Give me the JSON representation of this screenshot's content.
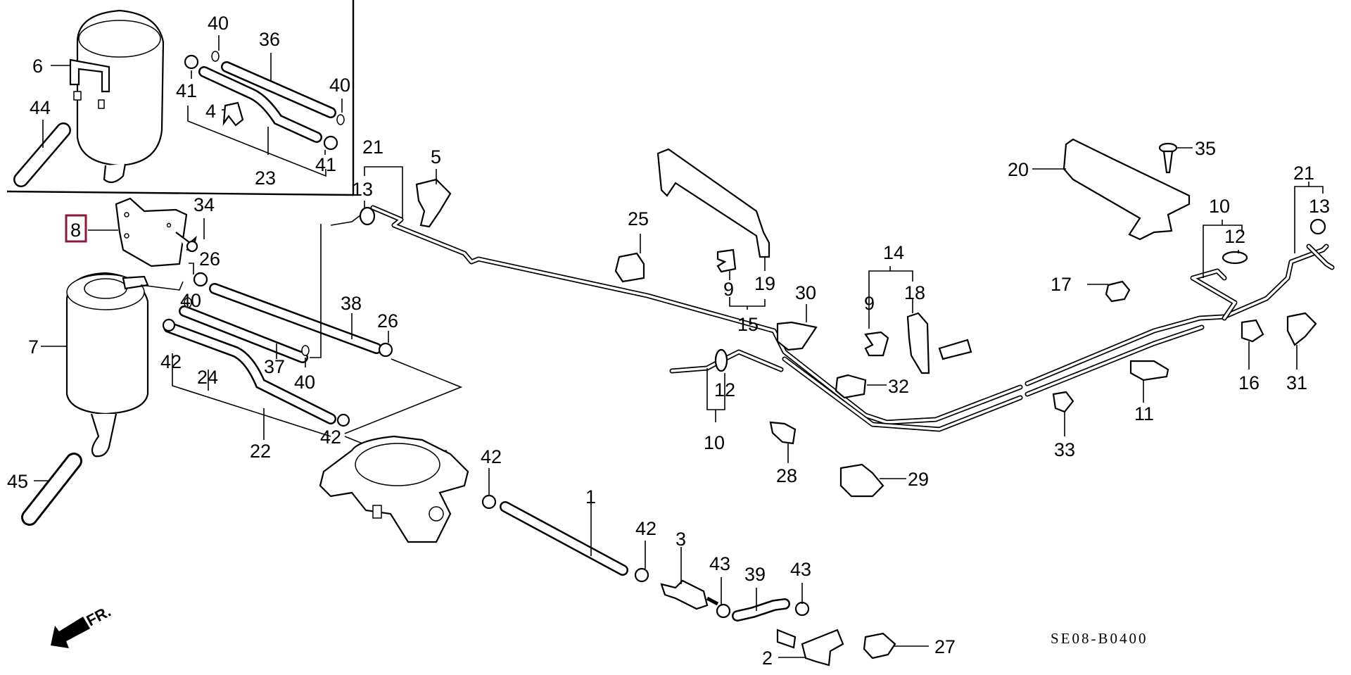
{
  "diagram": {
    "title": "Fuel / Evaporative canister piping parts diagram",
    "code": "SE08-B0400",
    "direction_label": "FR.",
    "highlight_color": "#8B1A3A",
    "highlighted_part": "8",
    "callouts": [
      {
        "id": "c6",
        "num": "6"
      },
      {
        "id": "c44",
        "num": "44"
      },
      {
        "id": "c40a",
        "num": "40"
      },
      {
        "id": "c36",
        "num": "36"
      },
      {
        "id": "c41a",
        "num": "41"
      },
      {
        "id": "c40b",
        "num": "40"
      },
      {
        "id": "c4",
        "num": "4"
      },
      {
        "id": "c23",
        "num": "23"
      },
      {
        "id": "c41b",
        "num": "41"
      },
      {
        "id": "c8",
        "num": "8"
      },
      {
        "id": "c34",
        "num": "34"
      },
      {
        "id": "c26a",
        "num": "26"
      },
      {
        "id": "c40c",
        "num": "40"
      },
      {
        "id": "c7",
        "num": "7"
      },
      {
        "id": "c42a",
        "num": "42"
      },
      {
        "id": "c24",
        "num": "24"
      },
      {
        "id": "c37",
        "num": "37"
      },
      {
        "id": "c40d",
        "num": "40"
      },
      {
        "id": "c38",
        "num": "38"
      },
      {
        "id": "c26b",
        "num": "26"
      },
      {
        "id": "c22",
        "num": "22"
      },
      {
        "id": "c42b",
        "num": "42"
      },
      {
        "id": "c45",
        "num": "45"
      },
      {
        "id": "c21a",
        "num": "21"
      },
      {
        "id": "c13a",
        "num": "13"
      },
      {
        "id": "c5",
        "num": "5"
      },
      {
        "id": "c25",
        "num": "25"
      },
      {
        "id": "c9a",
        "num": "9"
      },
      {
        "id": "c19",
        "num": "19"
      },
      {
        "id": "c15",
        "num": "15"
      },
      {
        "id": "c30",
        "num": "30"
      },
      {
        "id": "c14",
        "num": "14"
      },
      {
        "id": "c9b",
        "num": "9"
      },
      {
        "id": "c18",
        "num": "18"
      },
      {
        "id": "c32",
        "num": "32"
      },
      {
        "id": "c12a",
        "num": "12"
      },
      {
        "id": "c10a",
        "num": "10"
      },
      {
        "id": "c28",
        "num": "28"
      },
      {
        "id": "c29",
        "num": "29"
      },
      {
        "id": "c20",
        "num": "20"
      },
      {
        "id": "c35",
        "num": "35"
      },
      {
        "id": "c10b",
        "num": "10"
      },
      {
        "id": "c12b",
        "num": "12"
      },
      {
        "id": "c21b",
        "num": "21"
      },
      {
        "id": "c13b",
        "num": "13"
      },
      {
        "id": "c17",
        "num": "17"
      },
      {
        "id": "c16",
        "num": "16"
      },
      {
        "id": "c31",
        "num": "31"
      },
      {
        "id": "c33",
        "num": "33"
      },
      {
        "id": "c11",
        "num": "11"
      },
      {
        "id": "c42c",
        "num": "42"
      },
      {
        "id": "c1",
        "num": "1"
      },
      {
        "id": "c42d",
        "num": "42"
      },
      {
        "id": "c3",
        "num": "3"
      },
      {
        "id": "c43a",
        "num": "43"
      },
      {
        "id": "c39",
        "num": "39"
      },
      {
        "id": "c43b",
        "num": "43"
      },
      {
        "id": "c2",
        "num": "2"
      },
      {
        "id": "c27",
        "num": "27"
      }
    ]
  }
}
